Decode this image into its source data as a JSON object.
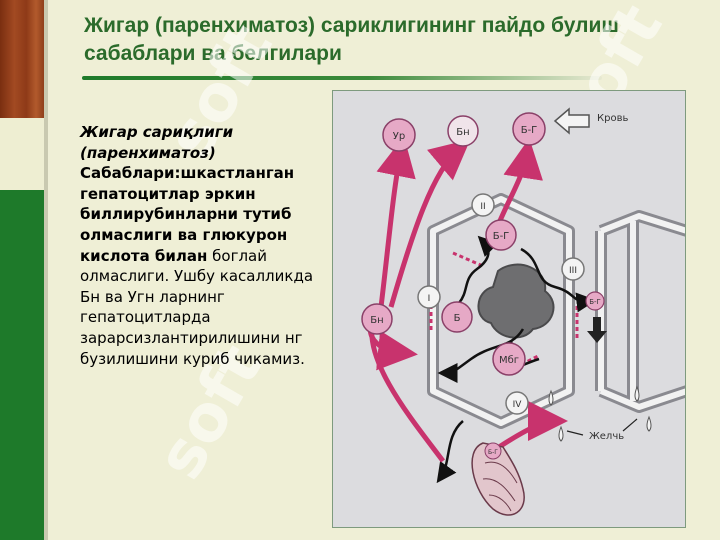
{
  "slide": {
    "title": "Жигар (паренхиматоз) сариклигининг пайдо булиш сабаблари ва белгилари",
    "text_italic": "Жигар сариқлиги (паренхиматоз)",
    "text_bold": "Сабаблари:шкастланган гепатоцитлар эркин биллирубинларни тутиб олмаслиги ва глюкурон кислота билан",
    "text_regular": "боглай олмаслиги. Ушбу касалликда Бн ва Угн ларнинг гепатоцитларда зарарсизлантирилишини нг бузилишини куриб чикамиз."
  },
  "figure": {
    "labels": {
      "ur": "Ур",
      "bn_top": "Бн",
      "bg_top": "Б-Г",
      "krov": "Кровь",
      "ii": "II",
      "bg_mid": "Б-Г",
      "i": "I",
      "bn_left": "Бн",
      "b": "Б",
      "iii": "III",
      "bg_right": "Б-Г",
      "mbg": "Мбг",
      "iv": "IV",
      "zhelch": "Желчь",
      "bg_bottom": "Б-Г"
    }
  },
  "watermark": "soft",
  "colors": {
    "title": "#2b6b2b",
    "accent_green": "#1e7a2a",
    "pink": "#c8336d",
    "node": "#e6a9c6"
  }
}
